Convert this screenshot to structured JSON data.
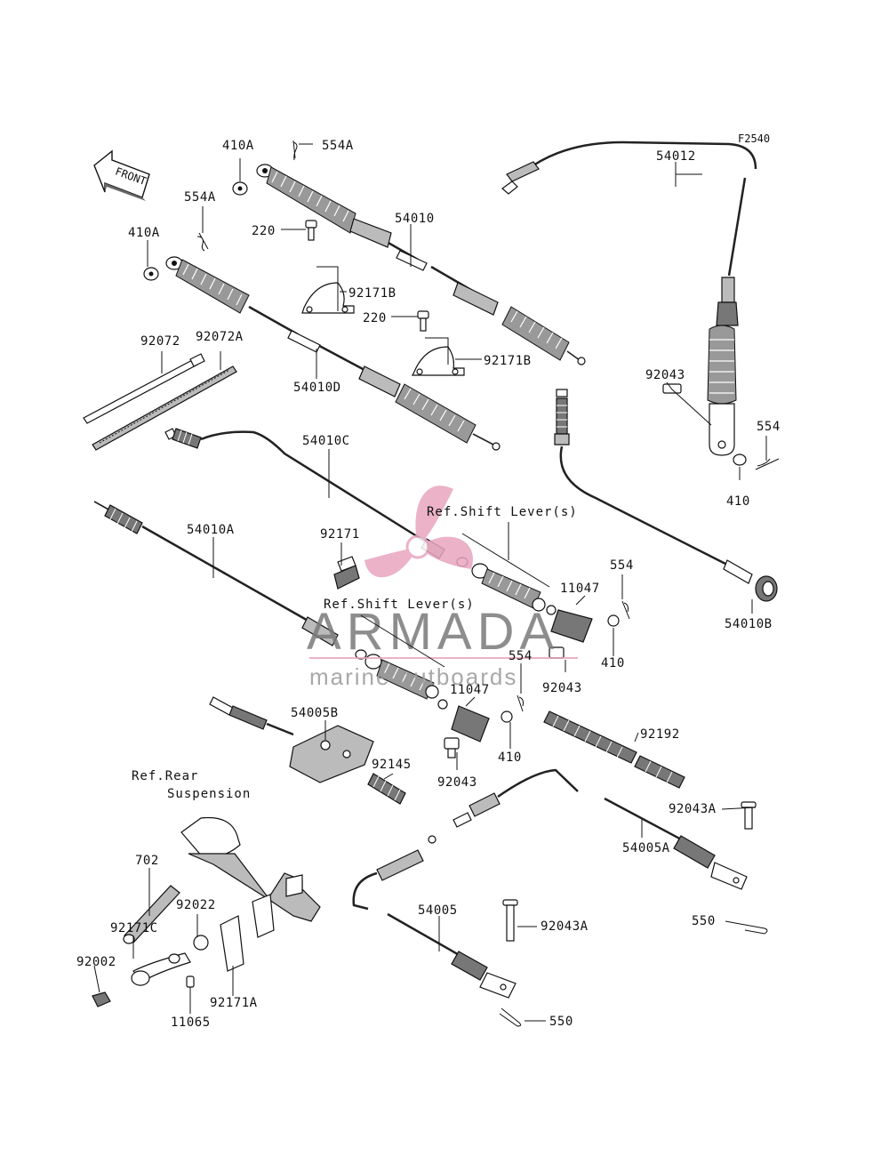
{
  "figure_code": "F2540",
  "front_label": "FRONT",
  "watermark": {
    "brand": "ARMADA",
    "tagline": "marine outboards",
    "color": "#e8a5bf",
    "text_color": "#7a7a7a"
  },
  "refs": {
    "shift_lever_1": "Ref.Shift Lever(s)",
    "shift_lever_2": "Ref.Shift Lever(s)",
    "rear_suspension_1": "Ref.Rear",
    "rear_suspension_2": "Suspension"
  },
  "callouts": [
    {
      "id": "c-410a-top",
      "text": "410A"
    },
    {
      "id": "c-554a-top",
      "text": "554A"
    },
    {
      "id": "c-554a-left",
      "text": "554A"
    },
    {
      "id": "c-410a-left",
      "text": "410A"
    },
    {
      "id": "c-54010",
      "text": "54010"
    },
    {
      "id": "c-220-a",
      "text": "220"
    },
    {
      "id": "c-92171b-a",
      "text": "92171B"
    },
    {
      "id": "c-220-b",
      "text": "220"
    },
    {
      "id": "c-92171b-b",
      "text": "92171B"
    },
    {
      "id": "c-54012",
      "text": "54012"
    },
    {
      "id": "c-92072",
      "text": "92072"
    },
    {
      "id": "c-92072a",
      "text": "92072A"
    },
    {
      "id": "c-54010d",
      "text": "54010D"
    },
    {
      "id": "c-92043-r",
      "text": "92043"
    },
    {
      "id": "c-554-r",
      "text": "554"
    },
    {
      "id": "c-410-r",
      "text": "410"
    },
    {
      "id": "c-54010c",
      "text": "54010C"
    },
    {
      "id": "c-54010a",
      "text": "54010A"
    },
    {
      "id": "c-92171",
      "text": "92171"
    },
    {
      "id": "c-554-m",
      "text": "554"
    },
    {
      "id": "c-11047-a",
      "text": "11047"
    },
    {
      "id": "c-410-m",
      "text": "410"
    },
    {
      "id": "c-54010b",
      "text": "54010B"
    },
    {
      "id": "c-554-c",
      "text": "554"
    },
    {
      "id": "c-92043-m",
      "text": "92043"
    },
    {
      "id": "c-11047-b",
      "text": "11047"
    },
    {
      "id": "c-54005b",
      "text": "54005B"
    },
    {
      "id": "c-410-c",
      "text": "410"
    },
    {
      "id": "c-92043-c",
      "text": "92043"
    },
    {
      "id": "c-92192",
      "text": "92192"
    },
    {
      "id": "c-92145",
      "text": "92145"
    },
    {
      "id": "c-92043a-a",
      "text": "92043A"
    },
    {
      "id": "c-54005a",
      "text": "54005A"
    },
    {
      "id": "c-702",
      "text": "702"
    },
    {
      "id": "c-92022",
      "text": "92022"
    },
    {
      "id": "c-92171c",
      "text": "92171C"
    },
    {
      "id": "c-54005",
      "text": "54005"
    },
    {
      "id": "c-92043a-b",
      "text": "92043A"
    },
    {
      "id": "c-550-a",
      "text": "550"
    },
    {
      "id": "c-92002",
      "text": "92002"
    },
    {
      "id": "c-92171a",
      "text": "92171A"
    },
    {
      "id": "c-11065",
      "text": "11065"
    },
    {
      "id": "c-550-b",
      "text": "550"
    }
  ]
}
